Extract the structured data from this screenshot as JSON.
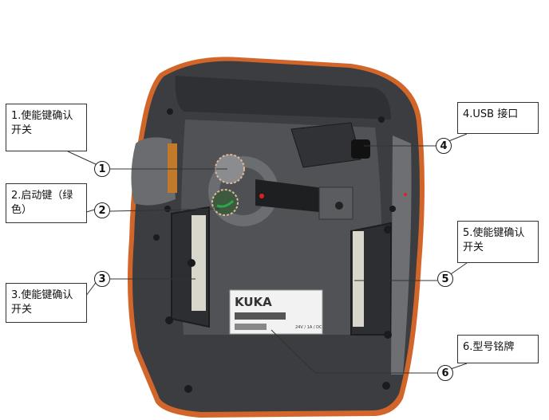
{
  "callouts": [
    {
      "id": 1,
      "text": "1.使能键确认\n开关"
    },
    {
      "id": 2,
      "text": "2.启动键（绿\n色）"
    },
    {
      "id": 3,
      "text": "3.使能键确认\n开关"
    },
    {
      "id": 4,
      "text": "4.USB  接口"
    },
    {
      "id": 5,
      "text": "5.使能键确认\n开关"
    },
    {
      "id": 6,
      "text": "6.型号铭牌"
    }
  ],
  "numbers": [
    "1",
    "2",
    "3",
    "4",
    "5",
    "6"
  ],
  "label": {
    "brand": "KUKA",
    "voltage": "24V / 1A / DC"
  },
  "colors": {
    "body": "#3b3d40",
    "panel": "#505256",
    "edge": "#d2662a",
    "green": "#2aa84a",
    "label_bg": "#f2f2f2"
  }
}
